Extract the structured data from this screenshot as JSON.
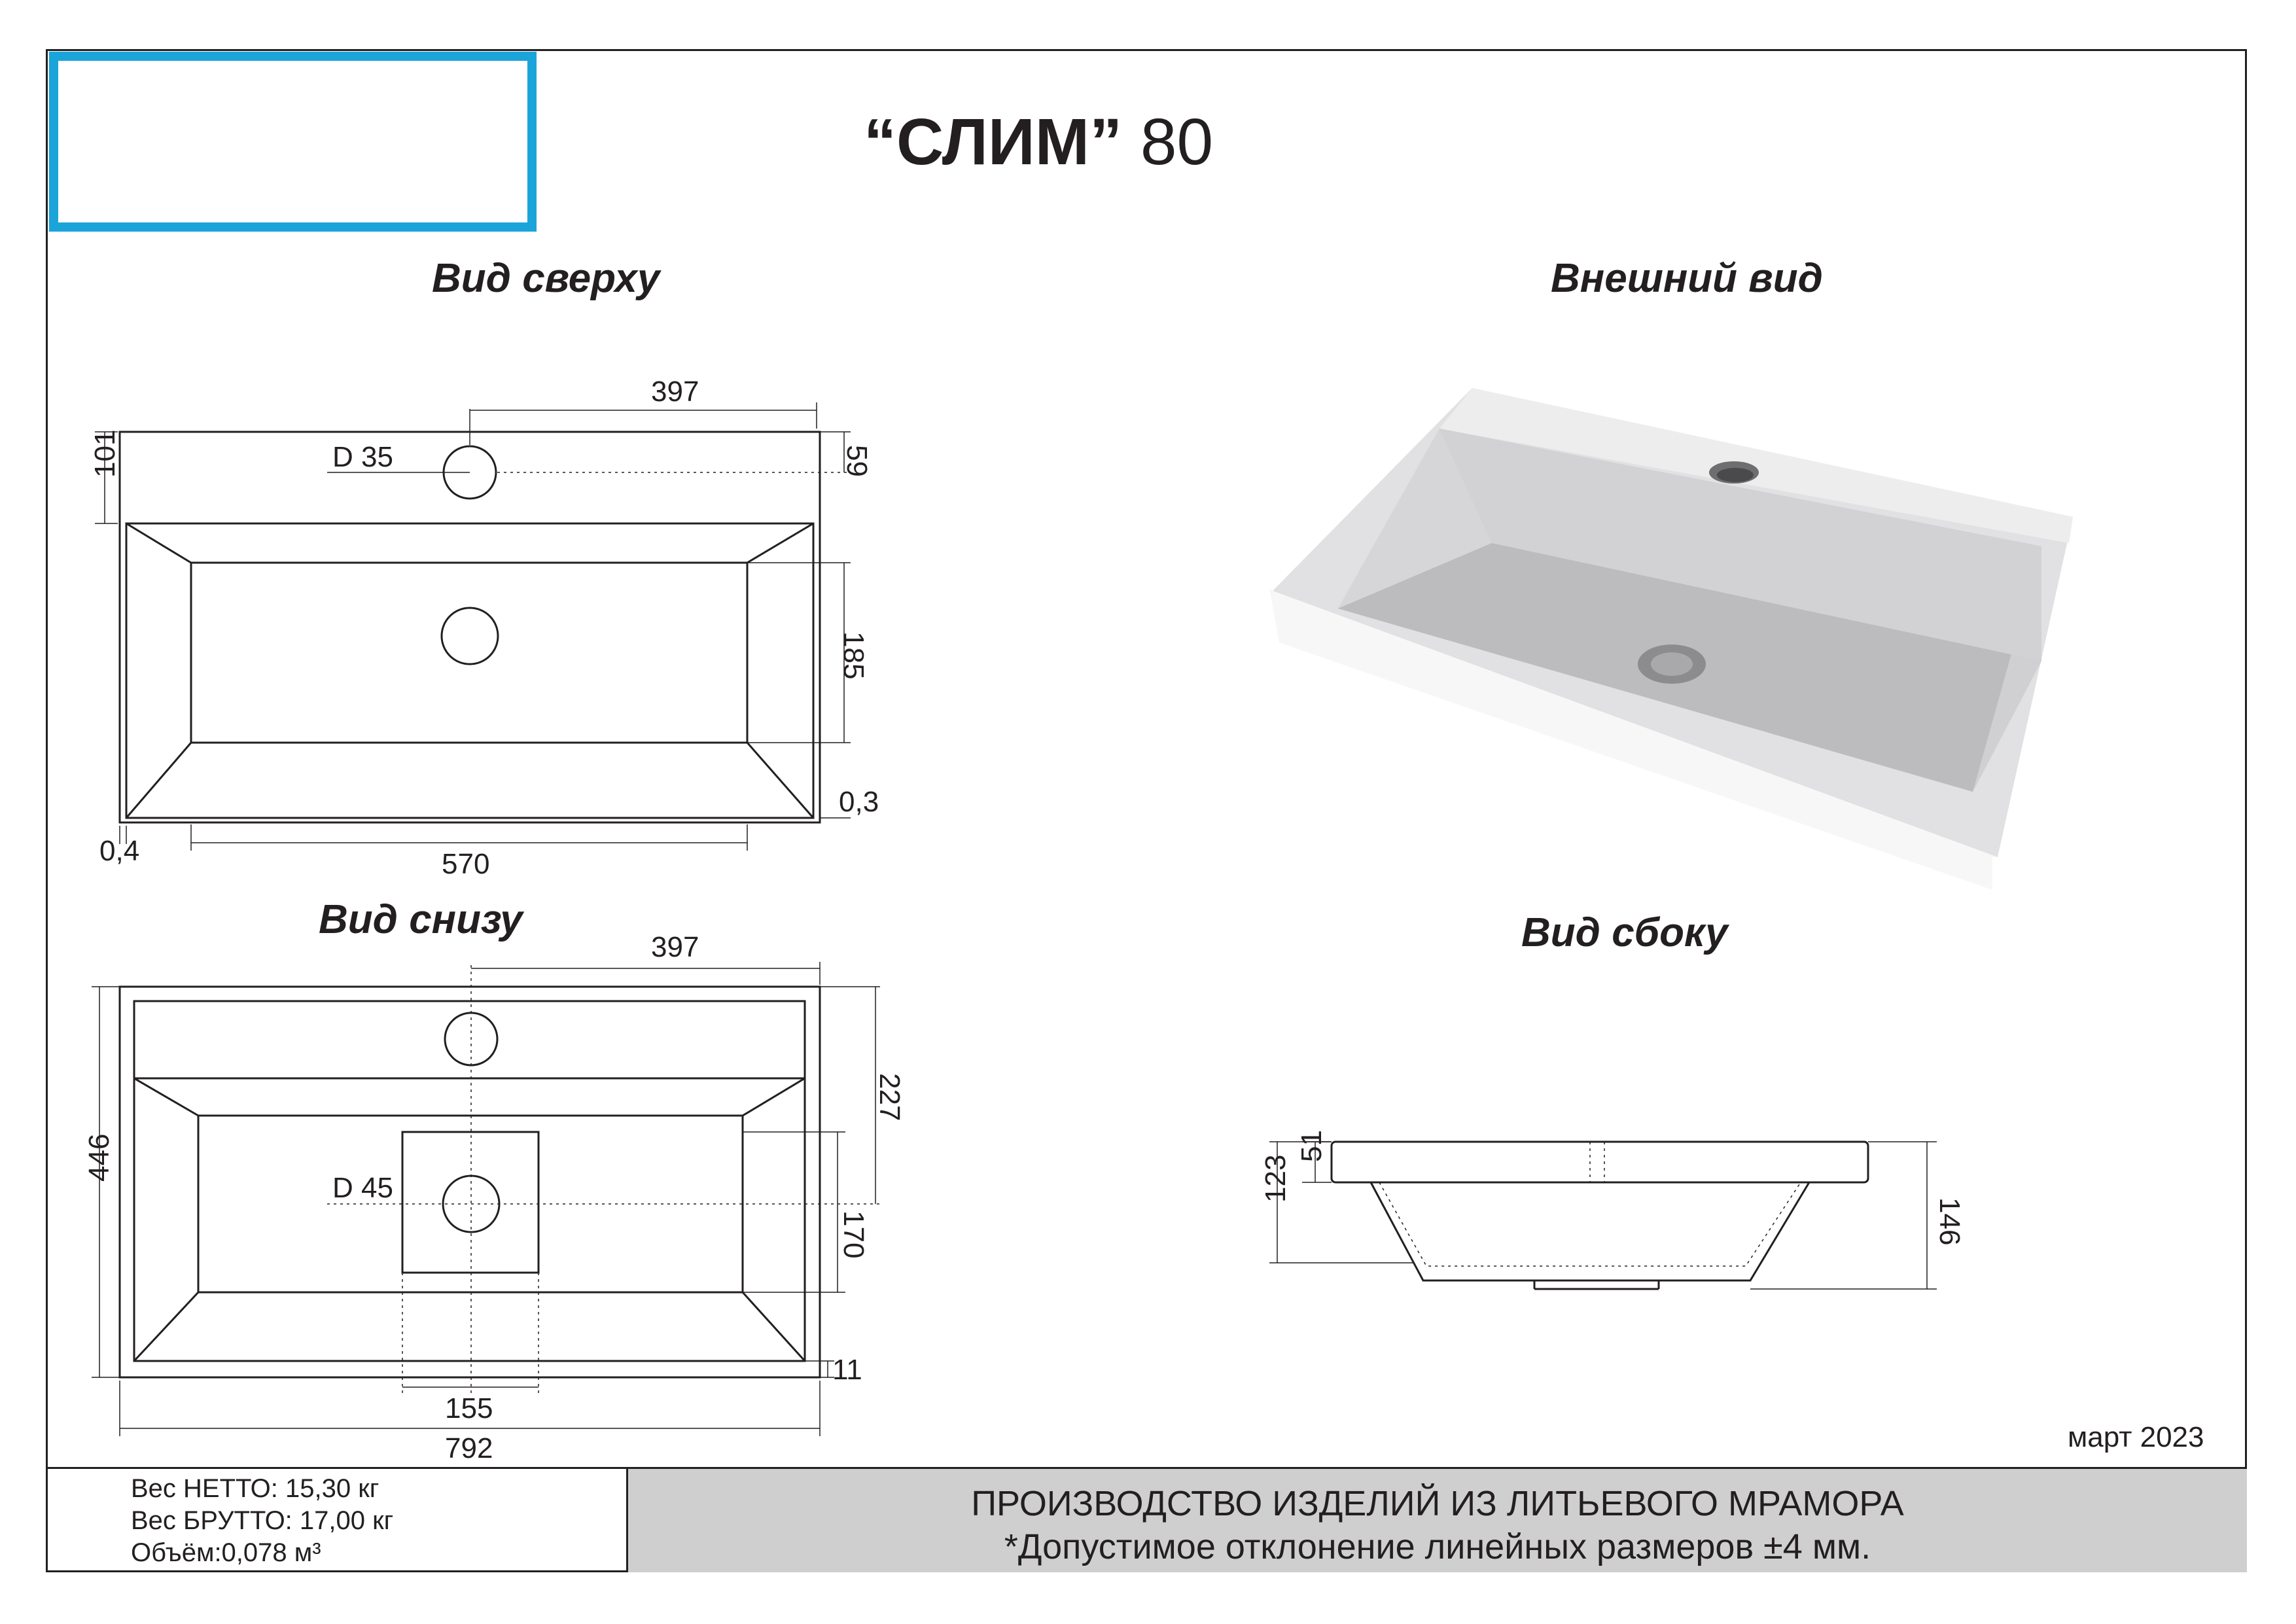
{
  "header": {
    "title_name": "“СЛИМ”",
    "title_size": "80"
  },
  "views": {
    "top": "Вид сверху",
    "exterior": "Внешний вид",
    "bottom": "Вид снизу",
    "side": "Вид сбоку"
  },
  "top_view_dims": {
    "width_offset": "397",
    "hole_diameter": "D 35",
    "edge_depth": "101",
    "hole_offset": "59",
    "inner_depth": "185",
    "gap_right": "0,3",
    "gap_left": "0,4",
    "inner_width": "570"
  },
  "bottom_view_dims": {
    "width_offset": "397",
    "depth": "446",
    "rear_offset": "227",
    "drain_diameter": "D 45",
    "drain_depth": "170",
    "front_offset": "11",
    "drain_width": "155",
    "total_width": "792"
  },
  "side_view_dims": {
    "rim_height": "51",
    "inner_height": "123",
    "total_height": "146"
  },
  "footer": {
    "weight_net": "Вес НЕТТО: 15,30 кг",
    "weight_gross": "Вес БРУТТО: 17,00 кг",
    "volume": "Объём:0,078 м³",
    "production": "ПРОИЗВОДСТВО ИЗДЕЛИЙ ИЗ ЛИТЬЕВОГО МРАМОРА",
    "tolerance": "*Допустимое отклонение линейных размеров ±4 мм.",
    "date": "март 2023"
  },
  "colors": {
    "logo_border": "#1ba4d9",
    "footer_band": "#cfcfcf",
    "lines": "#231f20"
  }
}
